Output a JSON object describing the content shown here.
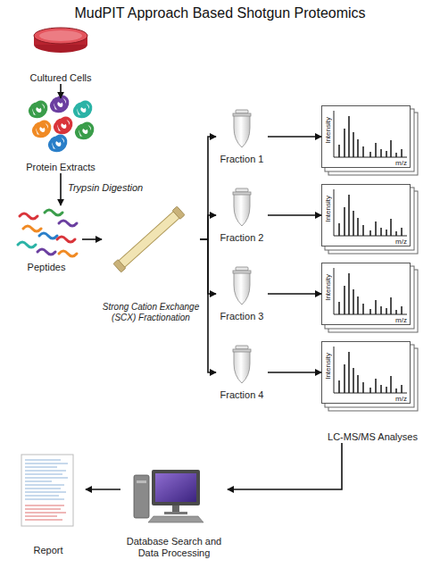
{
  "diagram": {
    "title": "MudPIT Approach Based Shotgun Proteomics",
    "nodes": [
      {
        "text": [
          "Cultured Cells"
        ]
      },
      {
        "text": [
          "Protein Extracts"
        ]
      },
      {
        "text": [
          "Peptides"
        ]
      },
      {
        "text": [
          "Strong Cation Exchange (SCX) Fractionation"
        ]
      },
      {
        "text": [
          "Fraction 1"
        ]
      },
      {
        "text": [
          "Fraction 2"
        ]
      },
      {
        "text": [
          "Fraction 3"
        ]
      },
      {
        "text": [
          "Fraction 4"
        ]
      },
      {
        "text": [
          "LC-MS/MS Analyses"
        ]
      },
      {
        "text": [
          "Intensity",
          "m/z"
        ],
        "in": 8
      },
      {
        "text": [
          "Intensity",
          "m/z"
        ],
        "in": 8
      },
      {
        "text": [
          "Intensity",
          "m/z"
        ],
        "in": 8
      },
      {
        "text": [
          "Intensity",
          "m/z"
        ],
        "in": 8
      },
      {
        "text": [
          "Database Search and Data Processing"
        ]
      },
      {
        "text": [
          "Report"
        ]
      }
    ],
    "edges": [
      {
        "from": 0,
        "to": 1,
        "arrow": "to"
      },
      {
        "from": 1,
        "to": 2,
        "arrow": "to",
        "label": "Trypsin Digestion"
      },
      {
        "from": 2,
        "to": 3,
        "arrow": "to"
      },
      {
        "from": 3,
        "to": 4,
        "arrow": "to"
      },
      {
        "from": 3,
        "to": 5,
        "arrow": "to"
      },
      {
        "from": 3,
        "to": 6,
        "arrow": "to"
      },
      {
        "from": 3,
        "to": 7,
        "arrow": "to"
      },
      {
        "from": 4,
        "to": 9,
        "arrow": "to"
      },
      {
        "from": 5,
        "to": 10,
        "arrow": "to"
      },
      {
        "from": 6,
        "to": 11,
        "arrow": "to"
      },
      {
        "from": 7,
        "to": 12,
        "arrow": "to"
      },
      {
        "from": 8,
        "to": 13,
        "arrow": "to"
      },
      {
        "from": 13,
        "to": 14,
        "arrow": "to"
      }
    ]
  }
}
